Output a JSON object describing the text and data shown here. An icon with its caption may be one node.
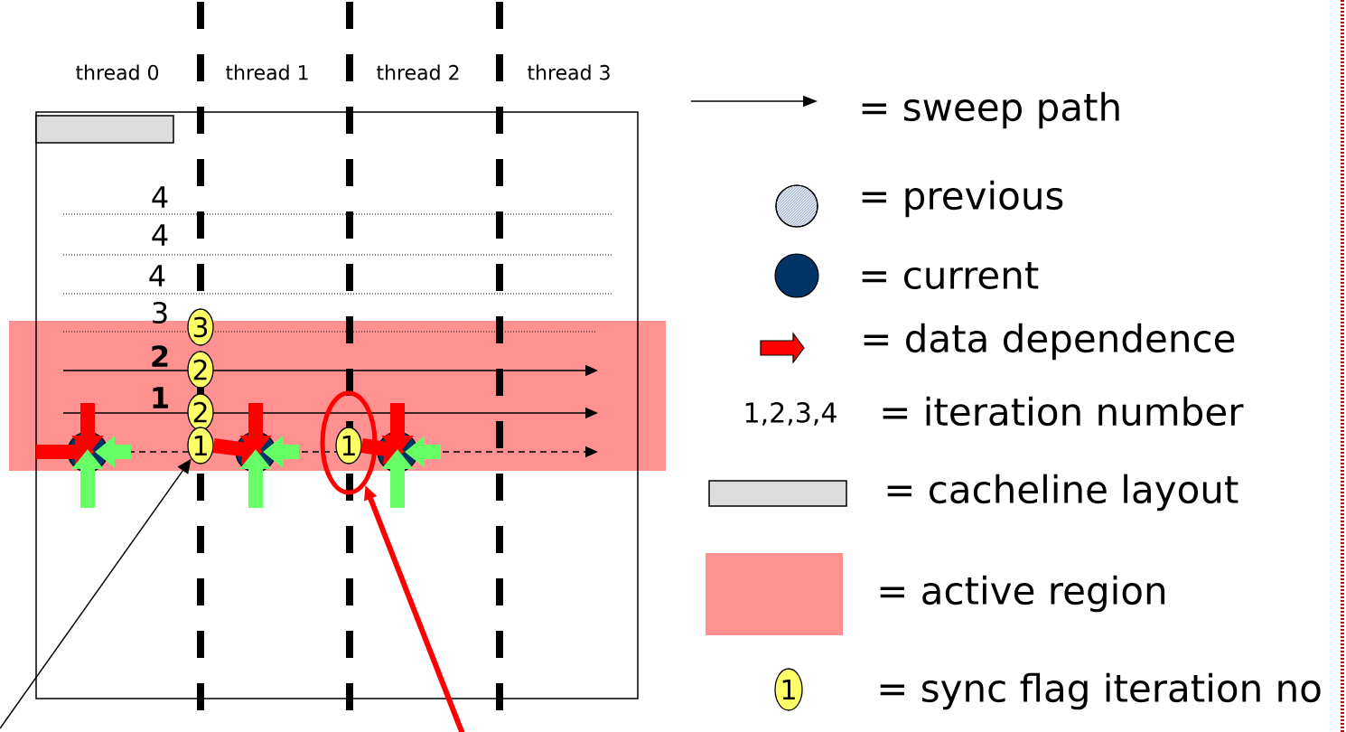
{
  "diagram": {
    "nodes": [
      {
        "text": [],
        "shape": "bar"
      },
      {
        "text": [
          "3"
        ]
      },
      {
        "text": [
          "2"
        ]
      },
      {
        "text": [
          "2"
        ]
      },
      {
        "text": [
          "1"
        ]
      },
      {
        "text": [],
        "shape": "circle"
      },
      {
        "text": [],
        "shape": "circle"
      },
      {
        "text": [],
        "shape": "ellipse"
      },
      {
        "text": [
          "1"
        ],
        "in": 7
      },
      {
        "text": [],
        "shape": "circle"
      }
    ],
    "edges": [
      {
        "from": null,
        "to": 4,
        "arrow": "to",
        "color": "#000000"
      },
      {
        "from": null,
        "to": 7,
        "arrow": "to",
        "color": "#ff0000"
      },
      {
        "from": null,
        "to": 5,
        "arrow": "to",
        "color": "#ff0000"
      },
      {
        "from": null,
        "to": 5,
        "arrow": "to",
        "color": "#ff0000"
      },
      {
        "from": null,
        "to": 5,
        "arrow": "to",
        "color": "#66ff66"
      },
      {
        "from": null,
        "to": 5,
        "arrow": "to",
        "color": "#66ff66"
      },
      {
        "from": 4,
        "to": 6,
        "arrow": "to",
        "color": "#ff0000"
      },
      {
        "from": null,
        "to": 6,
        "arrow": "to",
        "color": "#ff0000"
      },
      {
        "from": null,
        "to": 6,
        "arrow": "to",
        "color": "#66ff66"
      },
      {
        "from": null,
        "to": 6,
        "arrow": "to",
        "color": "#66ff66"
      },
      {
        "from": 8,
        "to": 9,
        "arrow": "to",
        "color": "#ff0000"
      },
      {
        "from": null,
        "to": 9,
        "arrow": "to",
        "color": "#ff0000"
      },
      {
        "from": null,
        "to": 9,
        "arrow": "to",
        "color": "#66ff66"
      },
      {
        "from": null,
        "to": 9,
        "arrow": "to",
        "color": "#66ff66"
      }
    ],
    "labels": [
      "thread 0",
      "thread 1",
      "thread 2",
      "thread 3",
      "4",
      "4",
      "4",
      "3",
      "2",
      "1",
      "1,2,3,4",
      "1"
    ],
    "legend": [
      {
        "text": "= sweep path"
      },
      {
        "text": "= previous"
      },
      {
        "text": "= current",
        "color": "#003366"
      },
      {
        "text": "= data dependence"
      },
      {
        "text": "= iteration number"
      },
      {
        "text": "= cacheline layout",
        "color": "#dddddd"
      },
      {
        "text": "= active region",
        "color": "#ff9191"
      },
      {
        "text": "= sync flag iteration no"
      }
    ]
  }
}
